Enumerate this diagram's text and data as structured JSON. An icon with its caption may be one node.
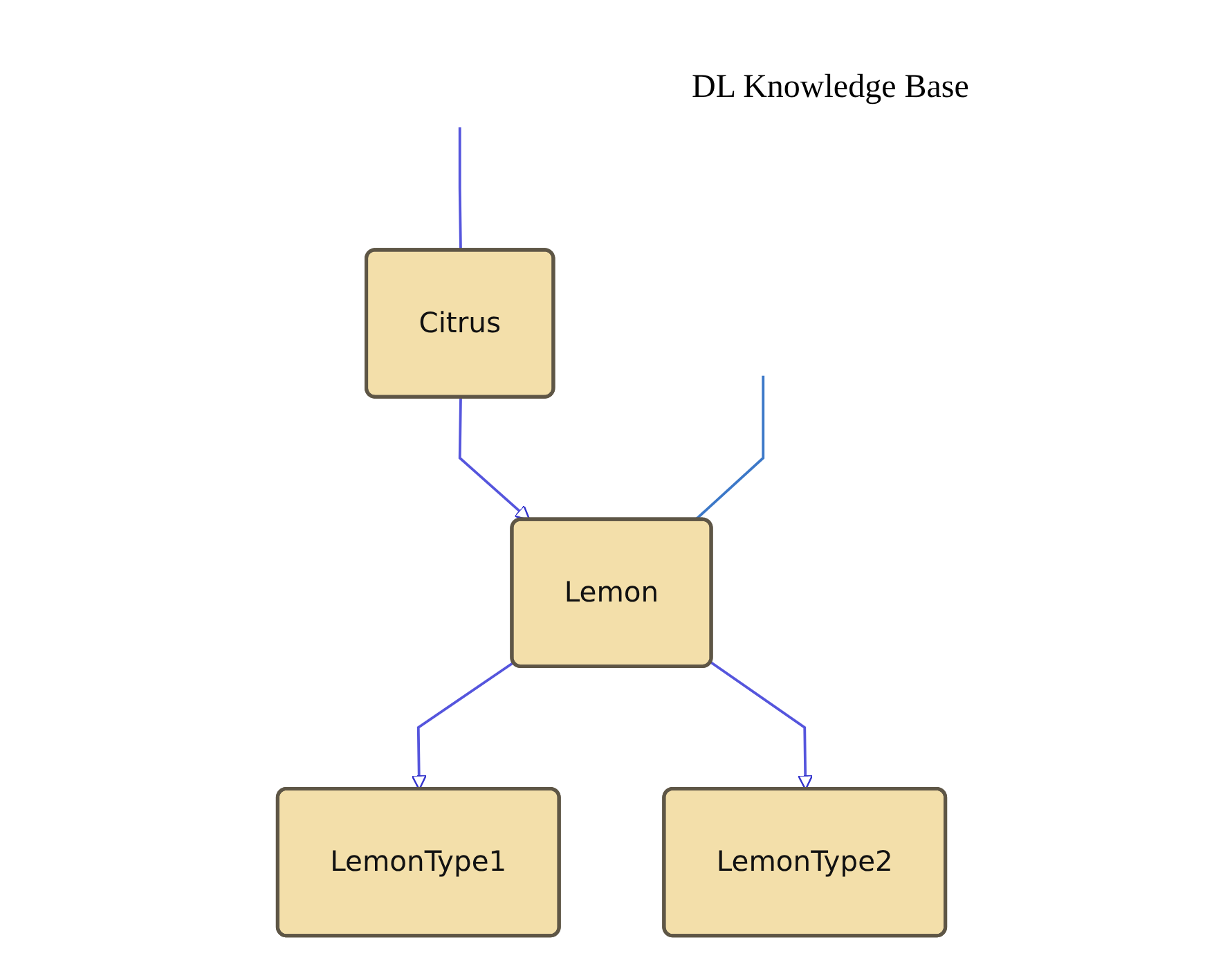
{
  "diagram": {
    "nodes": [
      {
        "text": [
          "Citrus"
        ]
      },
      {
        "text": [
          "Lemon"
        ]
      },
      {
        "text": [
          "LemonType1"
        ]
      },
      {
        "text": [
          "LemonType2"
        ]
      }
    ],
    "edges": [
      {
        "from": null,
        "to": 0,
        "arrow": "none"
      },
      {
        "from": 0,
        "to": 1,
        "arrow": "to"
      },
      {
        "from": 1,
        "to": 2,
        "arrow": "to"
      },
      {
        "from": 1,
        "to": 3,
        "arrow": "to"
      },
      {
        "from": null,
        "to": 1,
        "arrow": "none",
        "color": "#3c78c8"
      }
    ],
    "labels": [
      "DL Knowledge Base"
    ]
  }
}
